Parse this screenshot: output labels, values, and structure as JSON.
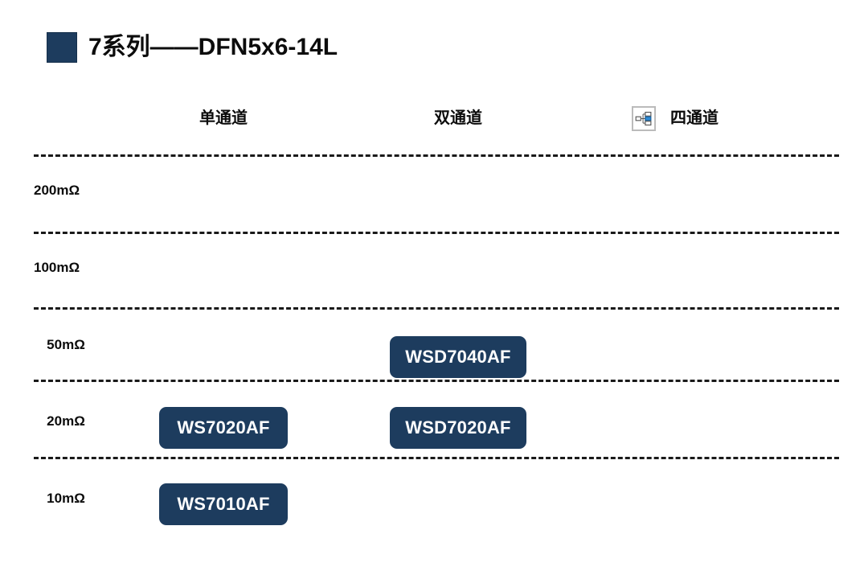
{
  "title": {
    "bullet_color": "#1d3c5e",
    "text": "7系列——DFN5x6-14L"
  },
  "theme": {
    "chip_fill": "#1d3c5e",
    "chip_text": "#ffffff",
    "line_color": "#1a1a1a",
    "background": "#ffffff",
    "icon_accent": "#2e8bd6"
  },
  "columns": [
    {
      "key": "single",
      "label": "单通道"
    },
    {
      "key": "dual",
      "label": "双通道"
    },
    {
      "key": "quad",
      "label": "四通道",
      "icon": "hierarchy-smartart-icon"
    }
  ],
  "rows": [
    {
      "label": "200mΩ",
      "single": "",
      "dual": "",
      "quad": ""
    },
    {
      "label": "100mΩ",
      "single": "",
      "dual": "",
      "quad": ""
    },
    {
      "label": "50mΩ",
      "single": "",
      "dual": "WSD7040AF",
      "quad": ""
    },
    {
      "label": "20mΩ",
      "single": "WS7020AF",
      "dual": "WSD7020AF",
      "quad": ""
    },
    {
      "label": "10mΩ",
      "single": "WS7010AF",
      "dual": "",
      "quad": ""
    }
  ],
  "parts": [
    {
      "name": "WSD7040AF",
      "column": "dual",
      "resistance": "50mΩ"
    },
    {
      "name": "WS7020AF",
      "column": "single",
      "resistance": "20mΩ"
    },
    {
      "name": "WSD7020AF",
      "column": "dual",
      "resistance": "20mΩ"
    },
    {
      "name": "WS7010AF",
      "column": "single",
      "resistance": "10mΩ"
    }
  ]
}
